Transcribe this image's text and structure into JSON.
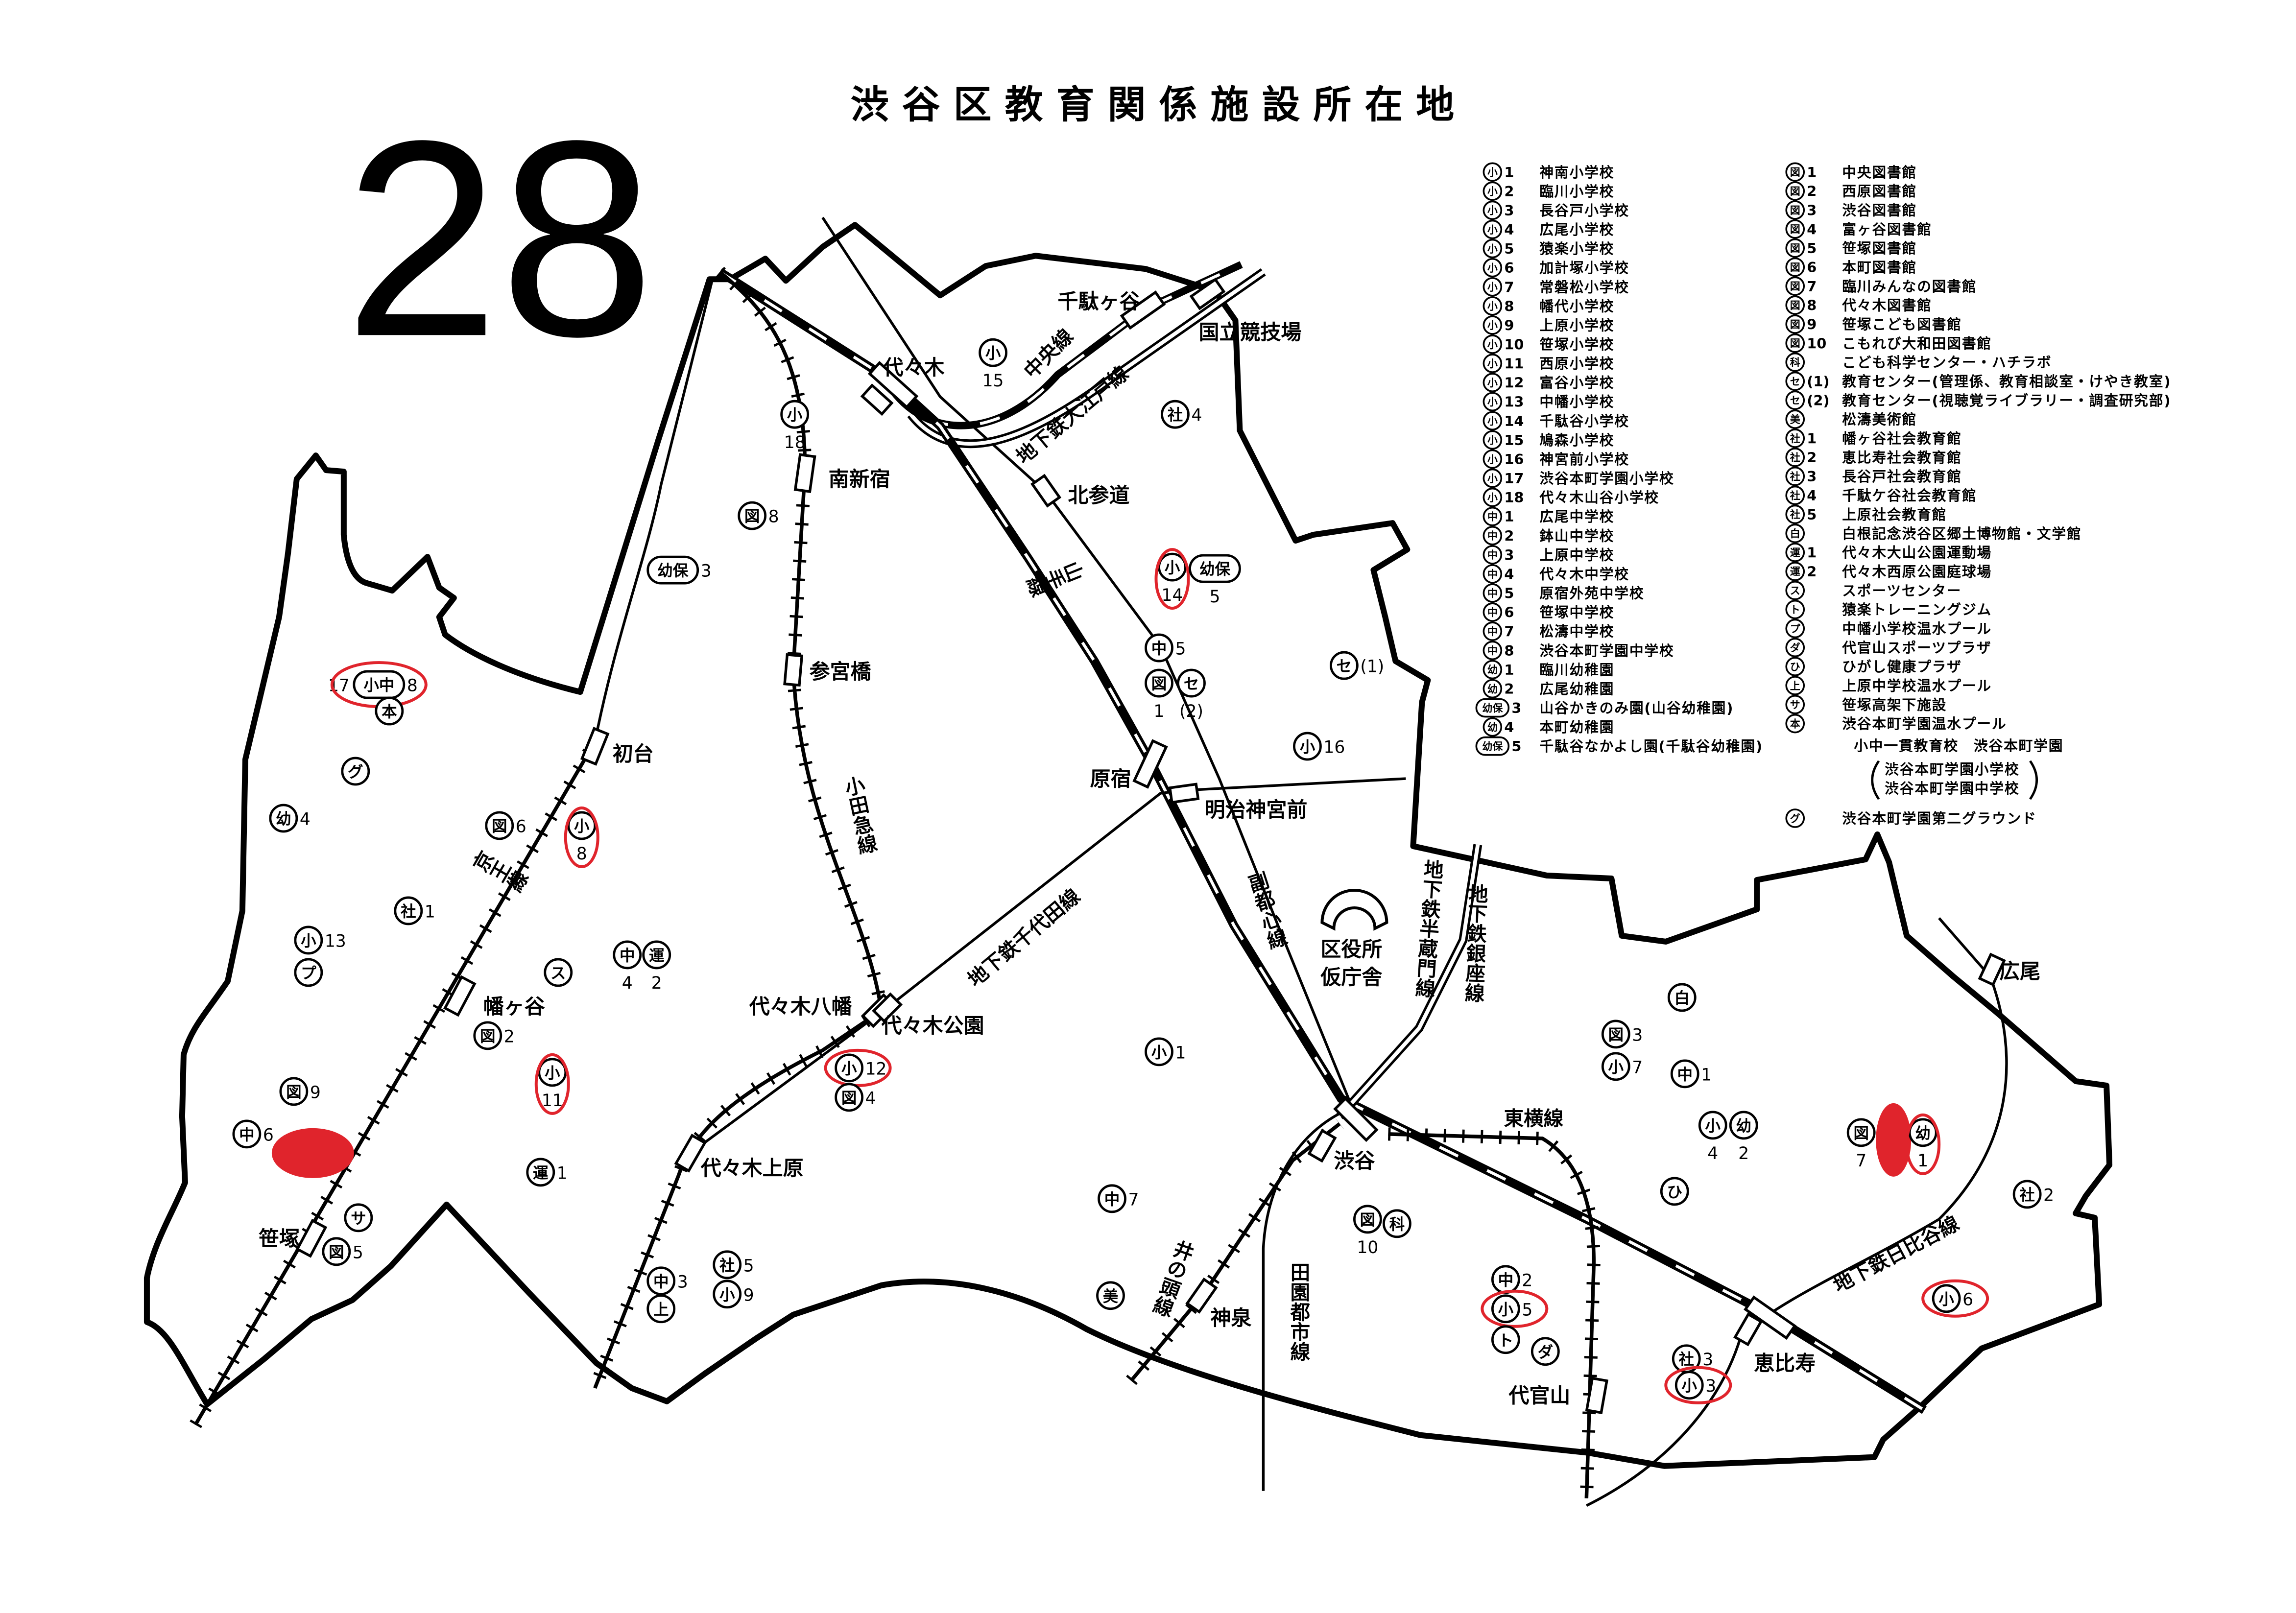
{
  "page_number": "28",
  "title": "渋谷区教育関係施設所在地",
  "colors": {
    "ink": "#000000",
    "highlight": "#e0242c"
  },
  "legend": {
    "left": [
      {
        "symbol": "小",
        "num": "1",
        "name": "神南小学校"
      },
      {
        "symbol": "小",
        "num": "2",
        "name": "臨川小学校"
      },
      {
        "symbol": "小",
        "num": "3",
        "name": "長谷戸小学校"
      },
      {
        "symbol": "小",
        "num": "4",
        "name": "広尾小学校"
      },
      {
        "symbol": "小",
        "num": "5",
        "name": "猿楽小学校"
      },
      {
        "symbol": "小",
        "num": "6",
        "name": "加計塚小学校"
      },
      {
        "symbol": "小",
        "num": "7",
        "name": "常磐松小学校"
      },
      {
        "symbol": "小",
        "num": "8",
        "name": "幡代小学校"
      },
      {
        "symbol": "小",
        "num": "9",
        "name": "上原小学校"
      },
      {
        "symbol": "小",
        "num": "10",
        "name": "笹塚小学校"
      },
      {
        "symbol": "小",
        "num": "11",
        "name": "西原小学校"
      },
      {
        "symbol": "小",
        "num": "12",
        "name": "富谷小学校"
      },
      {
        "symbol": "小",
        "num": "13",
        "name": "中幡小学校"
      },
      {
        "symbol": "小",
        "num": "14",
        "name": "千駄谷小学校"
      },
      {
        "symbol": "小",
        "num": "15",
        "name": "鳩森小学校"
      },
      {
        "symbol": "小",
        "num": "16",
        "name": "神宮前小学校"
      },
      {
        "symbol": "小",
        "num": "17",
        "name": "渋谷本町学園小学校"
      },
      {
        "symbol": "小",
        "num": "18",
        "name": "代々木山谷小学校"
      },
      {
        "symbol": "中",
        "num": "1",
        "name": "広尾中学校"
      },
      {
        "symbol": "中",
        "num": "2",
        "name": "鉢山中学校"
      },
      {
        "symbol": "中",
        "num": "3",
        "name": "上原中学校"
      },
      {
        "symbol": "中",
        "num": "4",
        "name": "代々木中学校"
      },
      {
        "symbol": "中",
        "num": "5",
        "name": "原宿外苑中学校"
      },
      {
        "symbol": "中",
        "num": "6",
        "name": "笹塚中学校"
      },
      {
        "symbol": "中",
        "num": "7",
        "name": "松濤中学校"
      },
      {
        "symbol": "中",
        "num": "8",
        "name": "渋谷本町学園中学校"
      },
      {
        "symbol": "幼",
        "num": "1",
        "name": "臨川幼稚園"
      },
      {
        "symbol": "幼",
        "num": "2",
        "name": "広尾幼稚園"
      },
      {
        "symbol": "幼保",
        "num": "3",
        "name": "山谷かきのみ園(山谷幼稚園)"
      },
      {
        "symbol": "幼",
        "num": "4",
        "name": "本町幼稚園"
      },
      {
        "symbol": "幼保",
        "num": "5",
        "name": "千駄谷なかよし園(千駄谷幼稚園)"
      }
    ],
    "right": [
      {
        "symbol": "図",
        "num": "1",
        "name": "中央図書館"
      },
      {
        "symbol": "図",
        "num": "2",
        "name": "西原図書館"
      },
      {
        "symbol": "図",
        "num": "3",
        "name": "渋谷図書館"
      },
      {
        "symbol": "図",
        "num": "4",
        "name": "富ヶ谷図書館"
      },
      {
        "symbol": "図",
        "num": "5",
        "name": "笹塚図書館"
      },
      {
        "symbol": "図",
        "num": "6",
        "name": "本町図書館"
      },
      {
        "symbol": "図",
        "num": "7",
        "name": "臨川みんなの図書館"
      },
      {
        "symbol": "図",
        "num": "8",
        "name": "代々木図書館"
      },
      {
        "symbol": "図",
        "num": "9",
        "name": "笹塚こども図書館"
      },
      {
        "symbol": "図",
        "num": "10",
        "name": "こもれび大和田図書館"
      },
      {
        "symbol": "科",
        "num": "",
        "name": "こども科学センター・ハチラボ"
      },
      {
        "symbol": "セ",
        "num": "(1)",
        "name": "教育センター(管理係、教育相談室・けやき教室)"
      },
      {
        "symbol": "セ",
        "num": "(2)",
        "name": "教育センター(視聴覚ライブラリー・調査研究部)"
      },
      {
        "symbol": "美",
        "num": "",
        "name": "松濤美術館"
      },
      {
        "symbol": "社",
        "num": "1",
        "name": "幡ヶ谷社会教育館"
      },
      {
        "symbol": "社",
        "num": "2",
        "name": "恵比寿社会教育館"
      },
      {
        "symbol": "社",
        "num": "3",
        "name": "長谷戸社会教育館"
      },
      {
        "symbol": "社",
        "num": "4",
        "name": "千駄ケ谷社会教育館"
      },
      {
        "symbol": "社",
        "num": "5",
        "name": "上原社会教育館"
      },
      {
        "symbol": "白",
        "num": "",
        "name": "白根記念渋谷区郷土博物館・文学館"
      },
      {
        "symbol": "運",
        "num": "1",
        "name": "代々木大山公園運動場"
      },
      {
        "symbol": "運",
        "num": "2",
        "name": "代々木西原公園庭球場"
      },
      {
        "symbol": "ス",
        "num": "",
        "name": "スポーツセンター"
      },
      {
        "symbol": "ト",
        "num": "",
        "name": "猿楽トレーニングジム"
      },
      {
        "symbol": "プ",
        "num": "",
        "name": "中幡小学校温水プール"
      },
      {
        "symbol": "ダ",
        "num": "",
        "name": "代官山スポーツプラザ"
      },
      {
        "symbol": "ひ",
        "num": "",
        "name": "ひがし健康プラザ"
      },
      {
        "symbol": "上",
        "num": "",
        "name": "上原中学校温水プール"
      },
      {
        "symbol": "サ",
        "num": "",
        "name": "笹塚高架下施設"
      },
      {
        "symbol": "本",
        "num": "",
        "name": "渋谷本町学園温水プール"
      }
    ],
    "note": {
      "line1": "小中一貫教育校　渋谷本町学園",
      "line2": "渋谷本町学園小学校",
      "line3": "渋谷本町学園中学校"
    },
    "extra": {
      "symbol": "グ",
      "name": "渋谷本町学園第二グラウンド"
    }
  },
  "map": {
    "stations": [
      "千駄ヶ谷",
      "国立競技場",
      "代々木",
      "南新宿",
      "北参道",
      "参宮橋",
      "初台",
      "原宿",
      "明治神宮前",
      "代々木八幡",
      "代々木公園",
      "幡ヶ谷",
      "代々木上原",
      "笹塚",
      "渋谷",
      "神泉",
      "代官山",
      "恵比寿",
      "広尾"
    ],
    "lines": [
      "中央線",
      "地下鉄大江戸線",
      "山手線",
      "京王線",
      "小田急線",
      "地下鉄千代田線",
      "副都心線",
      "地下鉄半蔵門線",
      "地下鉄銀座線",
      "東横線",
      "井の頭線",
      "田園都市線",
      "地下鉄日比谷線"
    ],
    "office": {
      "line1": "区役所",
      "line2": "仮庁舎"
    },
    "facilities": [
      {
        "symbol": "小中",
        "num_left": "17",
        "num": "8",
        "highlighted": true
      },
      {
        "symbol": "本",
        "num": ""
      },
      {
        "symbol": "グ",
        "num": ""
      },
      {
        "symbol": "幼",
        "num": "4"
      },
      {
        "symbol": "図",
        "num": "6"
      },
      {
        "symbol": "小",
        "num": "8",
        "highlighted": true
      },
      {
        "symbol": "社",
        "num": "1"
      },
      {
        "symbol": "小",
        "num": "13"
      },
      {
        "symbol": "プ",
        "num": ""
      },
      {
        "symbol": "ス",
        "num": ""
      },
      {
        "symbol": "中",
        "num": "4"
      },
      {
        "symbol": "運",
        "num": "2"
      },
      {
        "symbol": "図",
        "num": "2"
      },
      {
        "symbol": "小",
        "num": "11",
        "highlighted": true
      },
      {
        "symbol": "図",
        "num": "9"
      },
      {
        "symbol": "中",
        "num": "6"
      },
      {
        "symbol": "運",
        "num": "1"
      },
      {
        "symbol": "サ",
        "num": ""
      },
      {
        "symbol": "図",
        "num": "5"
      },
      {
        "symbol": "中",
        "num": "3"
      },
      {
        "symbol": "上",
        "num": ""
      },
      {
        "symbol": "社",
        "num": "5"
      },
      {
        "symbol": "小",
        "num": "9"
      },
      {
        "symbol": "幼保",
        "num": "3"
      },
      {
        "symbol": "図",
        "num": "8"
      },
      {
        "symbol": "小",
        "num": "18"
      },
      {
        "symbol": "小",
        "num": "15"
      },
      {
        "symbol": "社",
        "num": "4"
      },
      {
        "symbol": "小",
        "num": "14",
        "highlighted": true
      },
      {
        "symbol": "幼保",
        "num": "5"
      },
      {
        "symbol": "中",
        "num": "5"
      },
      {
        "symbol": "図",
        "num": "1"
      },
      {
        "symbol": "セ",
        "num": "(2)"
      },
      {
        "symbol": "セ",
        "num": "(1)"
      },
      {
        "symbol": "小",
        "num": "16"
      },
      {
        "symbol": "小",
        "num": "12",
        "highlighted": true
      },
      {
        "symbol": "図",
        "num": "4"
      },
      {
        "symbol": "小",
        "num": "1"
      },
      {
        "symbol": "中",
        "num": "7"
      },
      {
        "symbol": "美",
        "num": ""
      },
      {
        "symbol": "図",
        "num": "10"
      },
      {
        "symbol": "科",
        "num": ""
      },
      {
        "symbol": "中",
        "num": "2"
      },
      {
        "symbol": "小",
        "num": "5",
        "highlighted": true
      },
      {
        "symbol": "ト",
        "num": ""
      },
      {
        "symbol": "ダ",
        "num": ""
      },
      {
        "symbol": "社",
        "num": "3"
      },
      {
        "symbol": "小",
        "num": "3",
        "highlighted": true
      },
      {
        "symbol": "白",
        "num": ""
      },
      {
        "symbol": "図",
        "num": "3"
      },
      {
        "symbol": "小",
        "num": "7"
      },
      {
        "symbol": "中",
        "num": "1"
      },
      {
        "symbol": "小",
        "num": "4"
      },
      {
        "symbol": "幼",
        "num": "2"
      },
      {
        "symbol": "ひ",
        "num": ""
      },
      {
        "symbol": "図",
        "num": "7"
      },
      {
        "symbol": "幼",
        "num": "1",
        "highlighted": true
      },
      {
        "symbol": "社",
        "num": "2"
      },
      {
        "symbol": "小",
        "num": "6",
        "highlighted": true
      }
    ]
  }
}
